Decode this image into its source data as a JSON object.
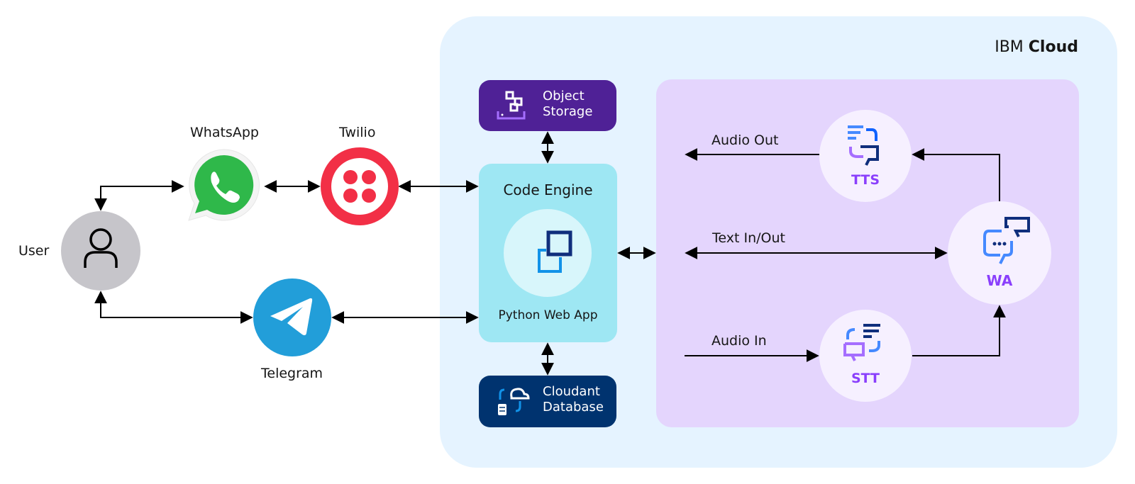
{
  "cloud": {
    "title_prefix": "IBM",
    "title_bold": "Cloud"
  },
  "nodes": {
    "user": {
      "label": "User",
      "icon": "user-icon"
    },
    "whatsapp": {
      "label": "WhatsApp",
      "icon": "whatsapp-icon"
    },
    "twilio": {
      "label": "Twilio",
      "icon": "twilio-icon"
    },
    "telegram": {
      "label": "Telegram",
      "icon": "telegram-icon"
    },
    "object_storage": {
      "line1": "Object",
      "line2": "Storage",
      "icon": "object-storage-icon"
    },
    "code_engine": {
      "title": "Code Engine",
      "subtitle": "Python Web App",
      "icon": "code-engine-icon"
    },
    "cloudant": {
      "line1": "Cloudant",
      "line2": "Database",
      "icon": "cloudant-icon"
    },
    "tts": {
      "label": "TTS",
      "icon": "text-to-speech-icon"
    },
    "wa": {
      "label": "WA",
      "icon": "watson-assistant-icon"
    },
    "stt": {
      "label": "STT",
      "icon": "speech-to-text-icon"
    }
  },
  "edges": {
    "audio_out": "Audio Out",
    "text_in_out": "Text In/Out",
    "audio_in": "Audio In"
  },
  "colors": {
    "cloud_bg": "#e5f3ff",
    "watson_bg": "#e4d5fd",
    "object_storage": "#4f2196",
    "code_engine": "#9ee7f3",
    "cloudant": "#00336f",
    "whatsapp": "#2fb84a",
    "twilio": "#f22f46",
    "telegram": "#229ed9",
    "user": "#c6c5ca",
    "watson_label": "#8a3ffc"
  }
}
